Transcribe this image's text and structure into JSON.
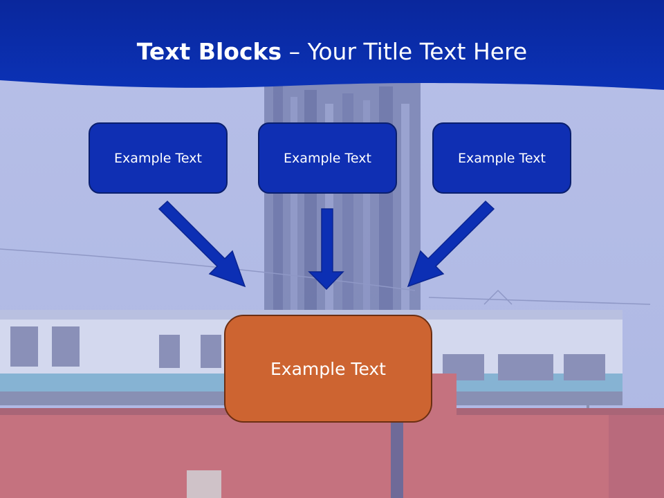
{
  "slide": {
    "title_bold": "Text Blocks",
    "title_dash": " – ",
    "title_rest": "Your Title Text Here",
    "blocks": [
      {
        "label": "Example Text"
      },
      {
        "label": "Example Text"
      },
      {
        "label": "Example Text"
      }
    ],
    "target_block": {
      "label": "Example Text"
    }
  },
  "colors": {
    "header_blue": "#0a2ba4",
    "block_blue": "#0f2fb3",
    "arrow_blue": "#0c2fb4",
    "target_orange": "#cd6431",
    "background_sky": "#b4bde6"
  }
}
